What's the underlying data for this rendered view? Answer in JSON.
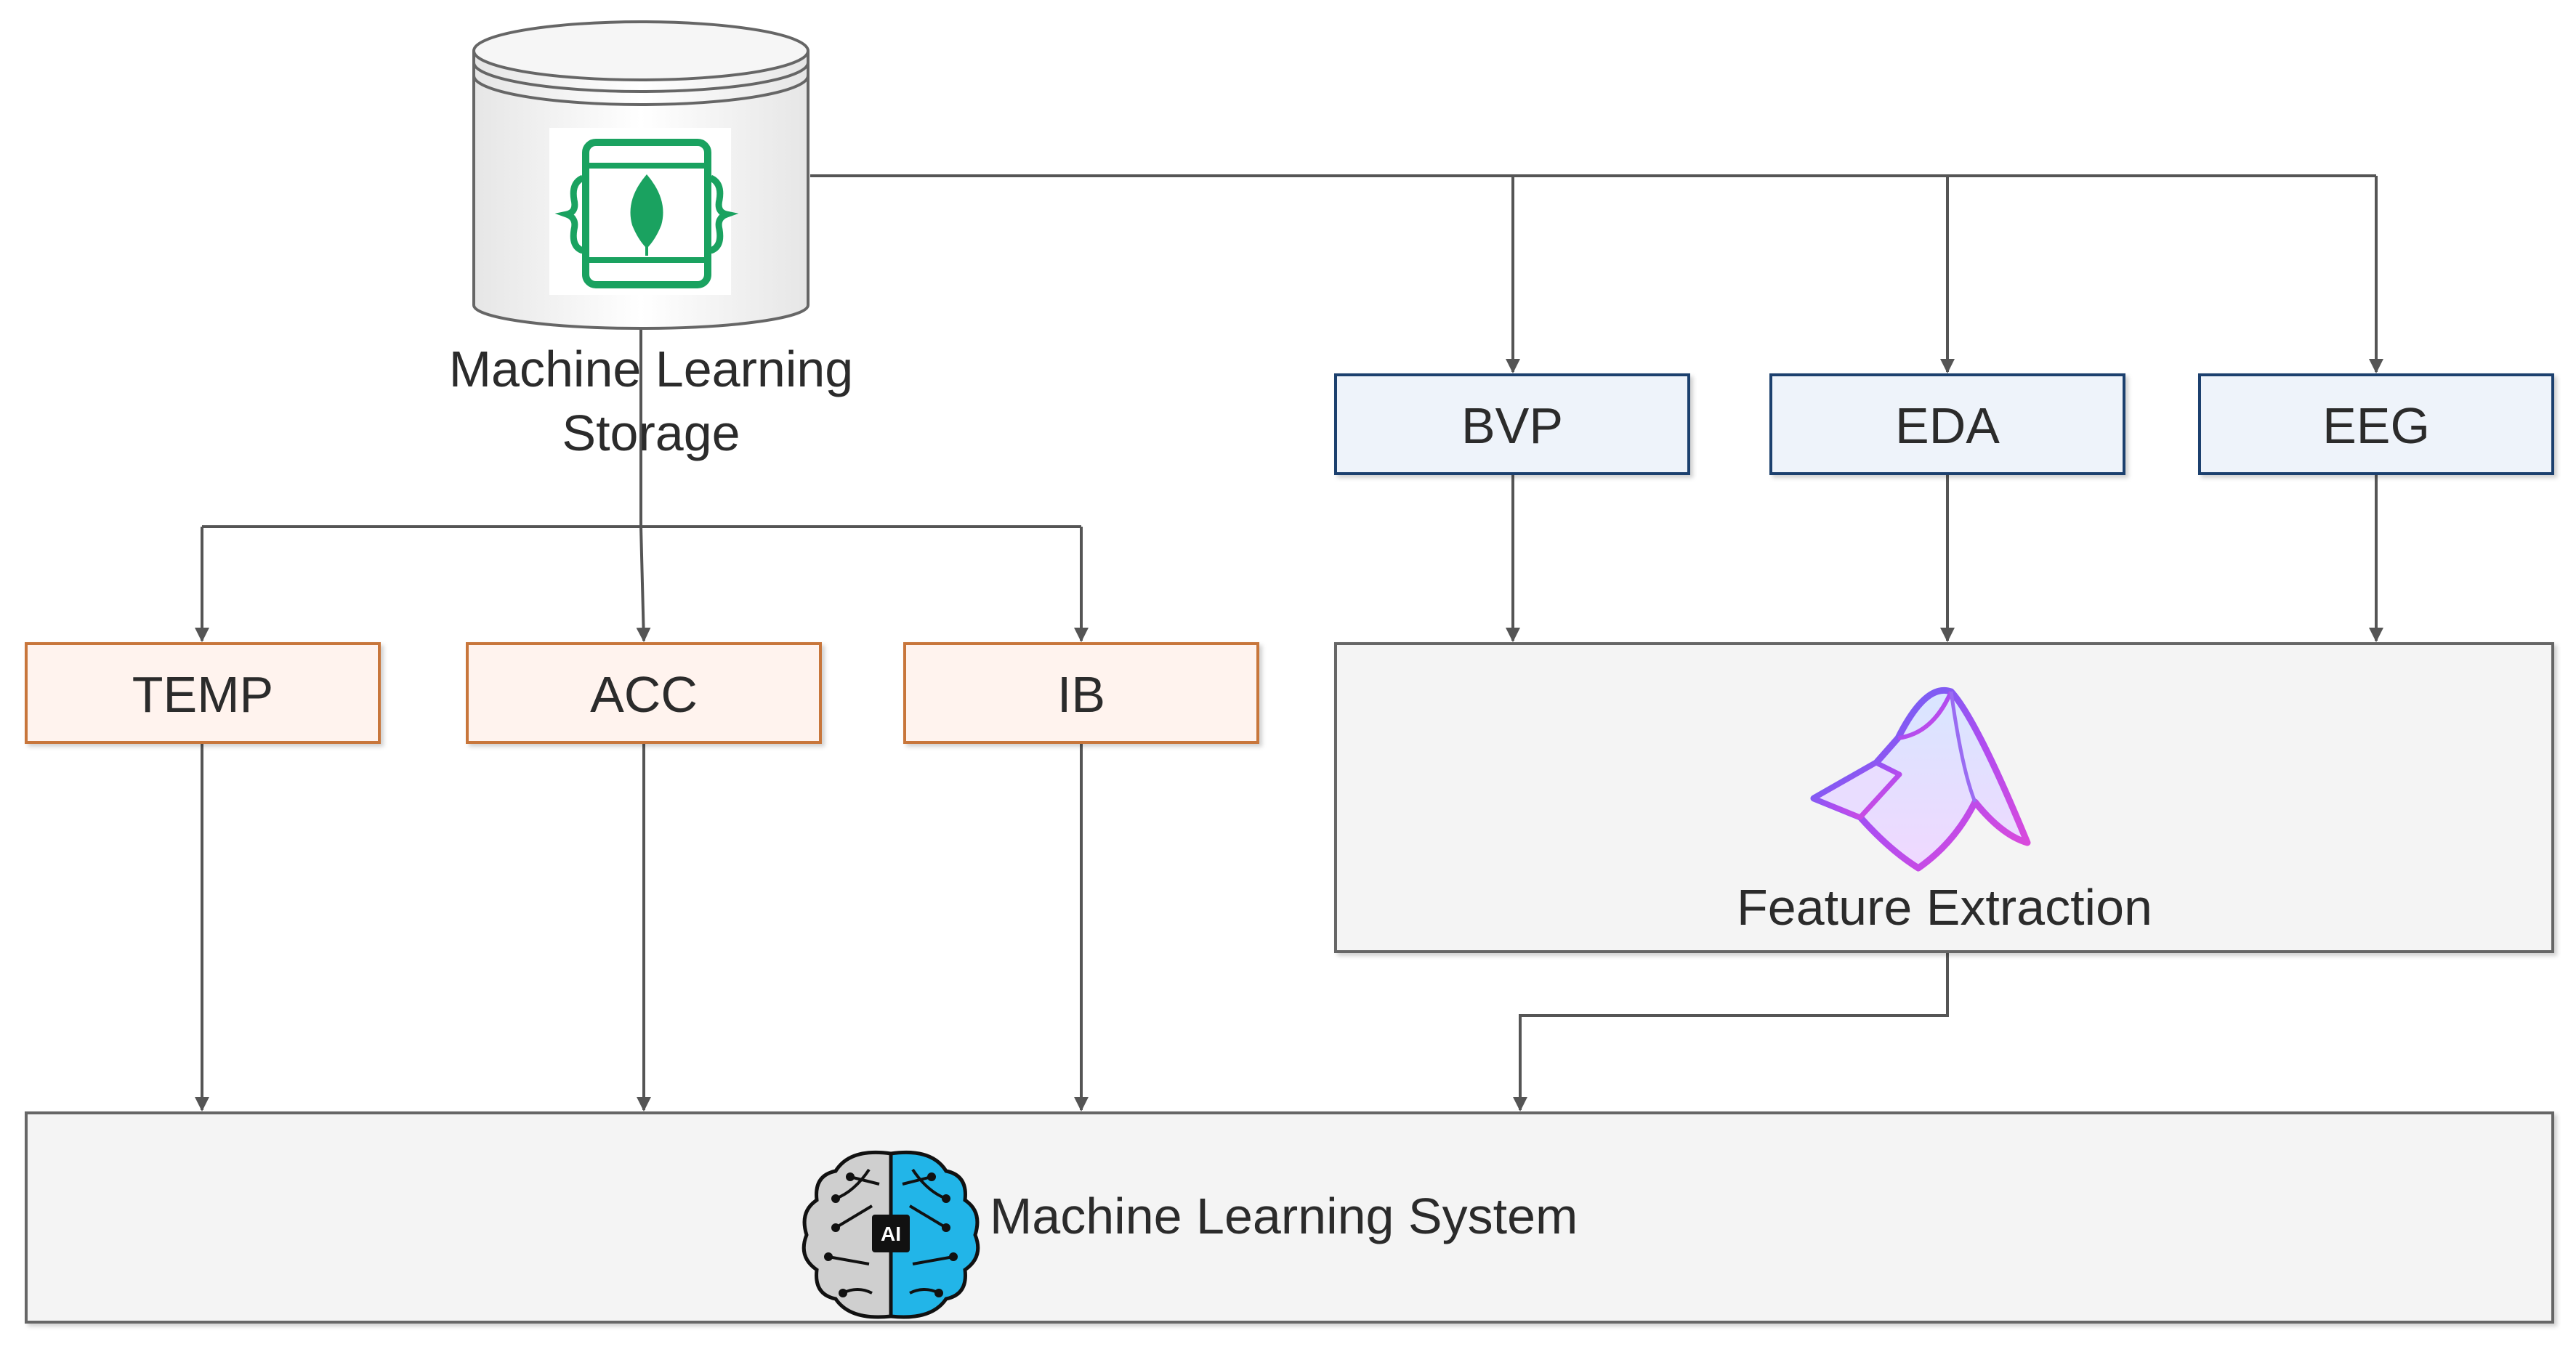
{
  "storage": {
    "label_line1": "Machine Learning",
    "label_line2": "Storage",
    "icon": "mongodb-leaf-icon"
  },
  "signals_raw": [
    {
      "label": "TEMP"
    },
    {
      "label": "ACC"
    },
    {
      "label": "IB"
    }
  ],
  "signals_processed": [
    {
      "label": "BVP"
    },
    {
      "label": "EDA"
    },
    {
      "label": "EEG"
    }
  ],
  "feature_extraction": {
    "label": "Feature Extraction",
    "icon": "matlab-logo-icon"
  },
  "ml_system": {
    "label": "Machine Learning System",
    "icon": "ai-brain-icon",
    "chip_text": "AI"
  },
  "colors": {
    "raw_box_border": "#c8763a",
    "raw_box_fill": "#fff3ee",
    "processed_box_border": "#1f3f6e",
    "processed_box_fill": "#eef3fa",
    "neutral_box_border": "#666666",
    "neutral_box_fill": "#f4f4f4",
    "arrow": "#555555",
    "mongodb_green": "#1aa260",
    "brain_blue": "#22b5e8"
  }
}
